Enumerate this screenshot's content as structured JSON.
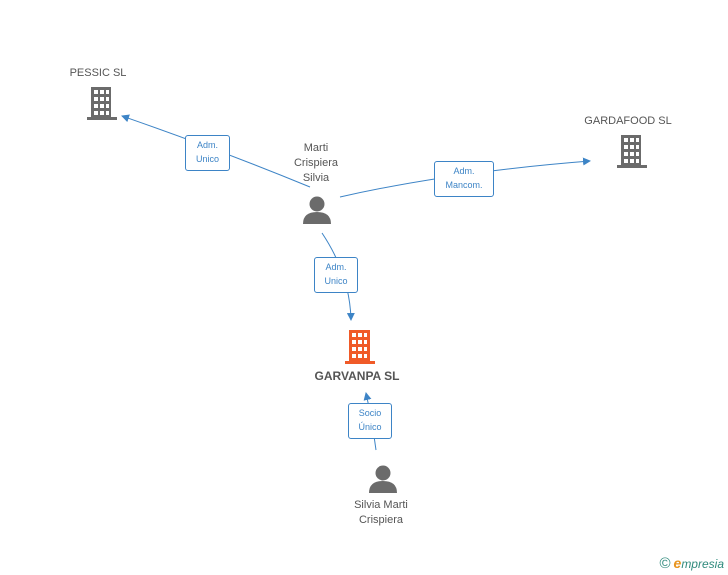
{
  "nodes": {
    "pessic": {
      "label": "PESSIC SL",
      "type": "company"
    },
    "gardafood": {
      "label": "GARDAFOOD SL",
      "type": "company"
    },
    "garvanpa": {
      "label": "GARVANPA SL",
      "type": "company-focus"
    },
    "marti": {
      "label_lines": [
        "Marti",
        "Crispiera",
        "Silvia"
      ],
      "type": "person"
    },
    "silvia": {
      "label_lines": [
        "Silvia Marti",
        "Crispiera"
      ],
      "type": "person"
    }
  },
  "relations": {
    "marti_pessic": {
      "lines": [
        "Adm.",
        "Unico"
      ]
    },
    "marti_gardafood": {
      "lines": [
        "Adm.",
        "Mancom."
      ]
    },
    "marti_garvanpa": {
      "lines": [
        "Adm.",
        "Unico"
      ]
    },
    "silvia_garvanpa": {
      "lines": [
        "Socio",
        "Único"
      ]
    }
  },
  "colors": {
    "edge": "#3d84c6",
    "company": "#6b6b6b",
    "company_focus": "#f05a28",
    "person": "#6b6b6b"
  },
  "brand": {
    "symbol": "©",
    "initial": "e",
    "rest": "mpresia"
  }
}
